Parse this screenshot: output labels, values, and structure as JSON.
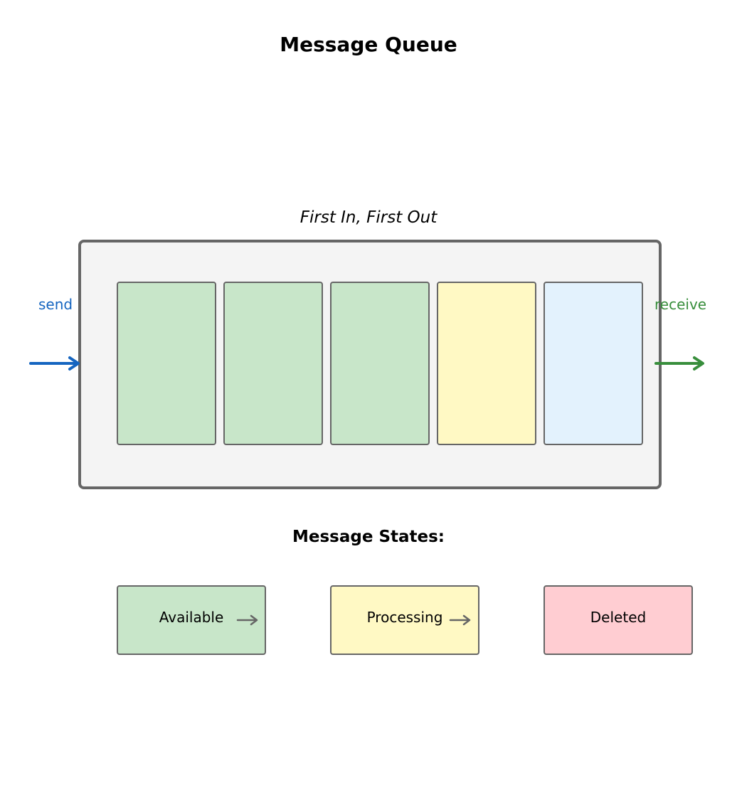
{
  "title": "Message Queue",
  "subtitle": "First In, First Out",
  "send_label": "send",
  "receive_label": "receive",
  "colors": {
    "available": "#c8e6c9",
    "processing": "#fff9c4",
    "deleted": "#ffcdd2",
    "received": "#e3f2fd",
    "queue_bg": "#f4f4f4",
    "border": "#666666",
    "send": "#1565c0",
    "receive": "#388e3c"
  },
  "queue_slots": [
    {
      "state": "available"
    },
    {
      "state": "available"
    },
    {
      "state": "available"
    },
    {
      "state": "processing"
    },
    {
      "state": "received"
    }
  ],
  "states_heading": "Message States:",
  "states": [
    {
      "label": "Available",
      "color": "#c8e6c9"
    },
    {
      "label": "Processing",
      "color": "#fff9c4"
    },
    {
      "label": "Deleted",
      "color": "#ffcdd2"
    }
  ]
}
